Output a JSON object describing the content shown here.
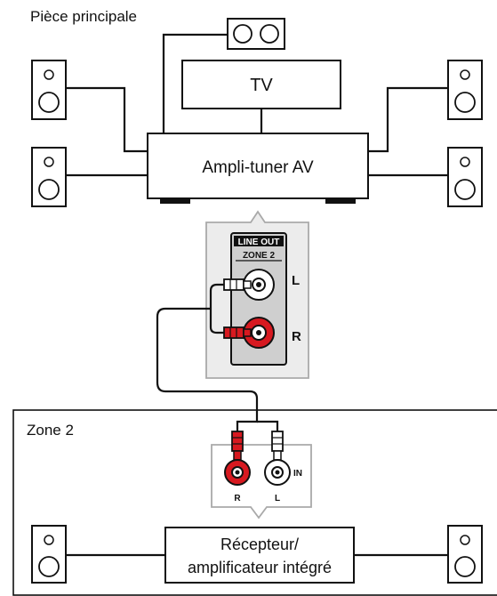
{
  "main_room": {
    "title": "Pièce principale",
    "tv_label": "TV",
    "av_receiver_label": "Ampli-tuner AV"
  },
  "jack_panel": {
    "line_out_label": "LINE OUT",
    "zone2_label": "ZONE 2",
    "left_label": "L",
    "right_label": "R"
  },
  "zone2": {
    "title": "Zone 2",
    "input_label": "IN",
    "input_right_label": "R",
    "input_left_label": "L",
    "receiver_line1": "Récepteur/",
    "receiver_line2": "amplificateur intégré"
  },
  "colors": {
    "line": "#111111",
    "panel_border": "#a9a9a9",
    "panel_fill": "#ececec",
    "jack_panel_fill": "#cfcfcf",
    "red_plug": "#d71920",
    "white_plug": "#ffffff"
  }
}
